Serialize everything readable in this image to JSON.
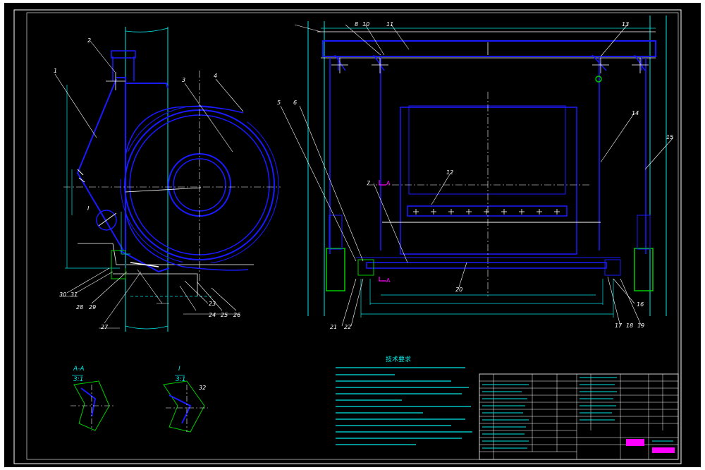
{
  "colors": {
    "background": "#ffffff",
    "sheet": "#000000",
    "frame": "#ffffff",
    "structure": "#1a1aff",
    "dimension": "#00e6e6",
    "outline": "#ffffff",
    "green": "#00cc00",
    "magenta": "#ff00ff",
    "center": "#ffffff"
  },
  "balloons": {
    "b1": "1",
    "b2": "2",
    "b3": "3",
    "b4": "4",
    "b5": "5",
    "b6": "6",
    "b7": "7",
    "b8": "8",
    "b10": "10",
    "b11": "11",
    "b12": "12",
    "b13": "13",
    "b14": "14",
    "b15": "15",
    "b16": "16",
    "b17": "17",
    "b18": "18",
    "b19": "19",
    "b20": "20",
    "b21": "21",
    "b22": "22",
    "b23": "23",
    "b24": "24",
    "b25": "25",
    "b26": "26",
    "b27": "27",
    "b28": "28",
    "b29": "29",
    "b30": "30",
    "b31": "31"
  },
  "section_marks": {
    "a_upper": "A",
    "a_lower": "A",
    "detail_i": "I"
  },
  "details": {
    "aa_title": "A-A",
    "aa_scale": "3:1",
    "i_title": "I",
    "i_scale": "3:1",
    "i_callout": "32"
  },
  "tech_title": "技术要求"
}
